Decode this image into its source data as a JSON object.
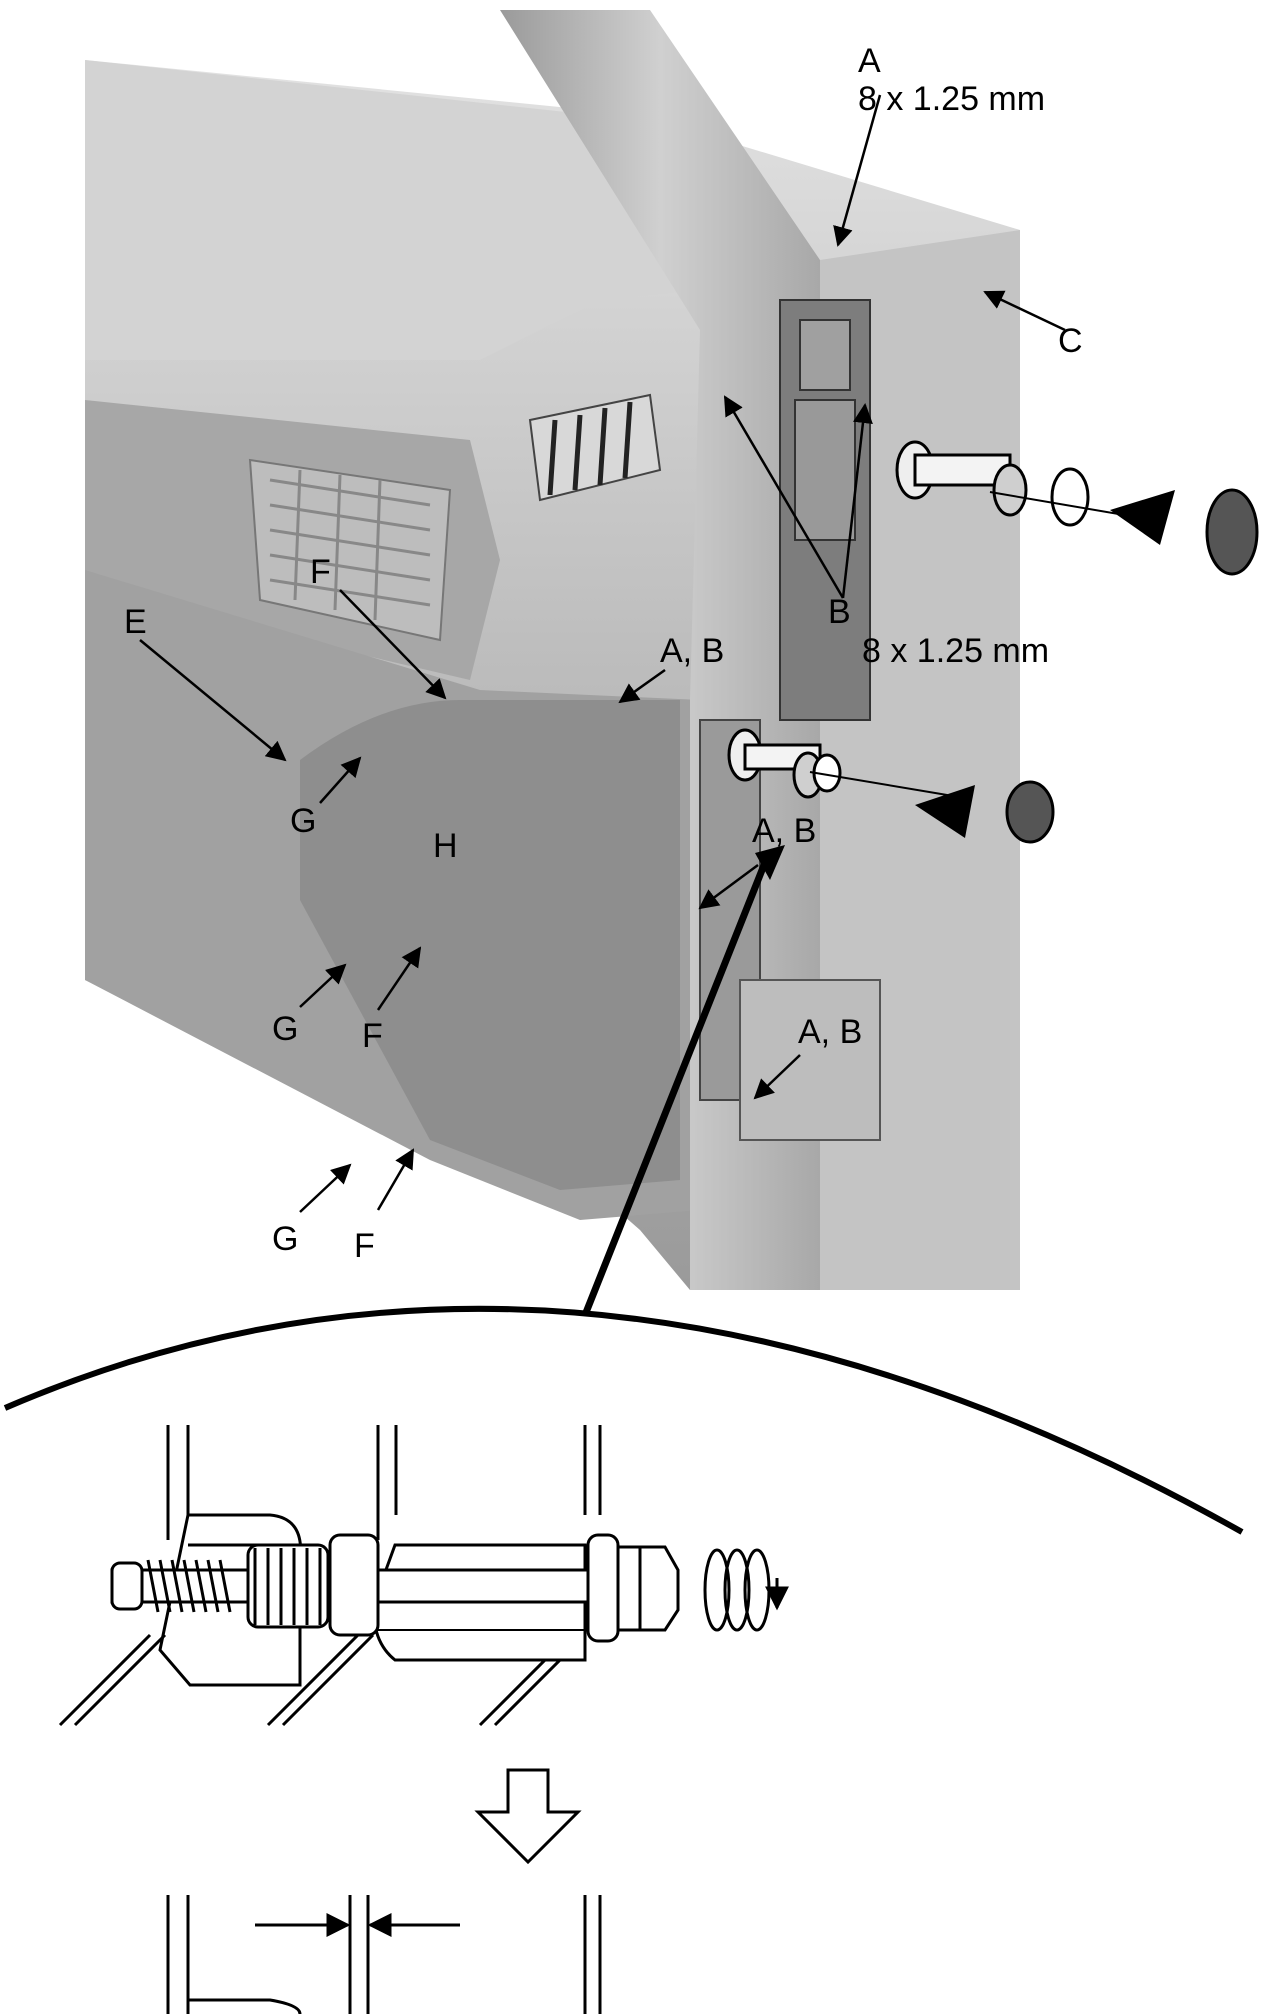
{
  "labels": {
    "a_top": "A",
    "a_top_size": "8 x 1.25 mm",
    "b_mid": "B",
    "b_mid_size": "8 x 1.25 mm",
    "c": "C",
    "e": "E",
    "f_upper": "F",
    "ab_upper": "A, B",
    "g_upper": "G",
    "h": "H",
    "ab_middle": "A, B",
    "g_lower": "G",
    "f_lower": "F",
    "ab_lower": "A, B",
    "g_bottom": "G",
    "f_bottom": "F"
  },
  "colors": {
    "dash_light": "#d6d6d6",
    "dash_mid": "#b9b9b9",
    "dash_dark": "#8f8f8f",
    "cap_fill": "#555555"
  }
}
